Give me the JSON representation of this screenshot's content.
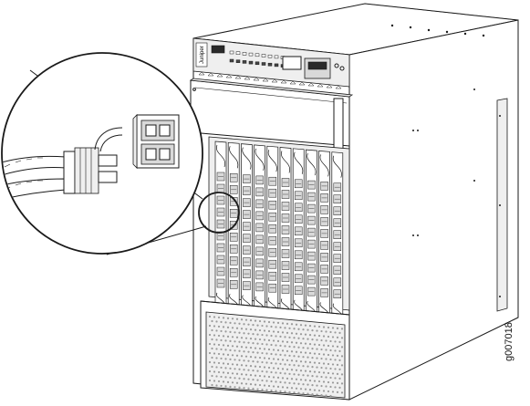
{
  "figure": {
    "id_label": "g007018",
    "brand_logo": "Juniper",
    "card_count": 10
  }
}
